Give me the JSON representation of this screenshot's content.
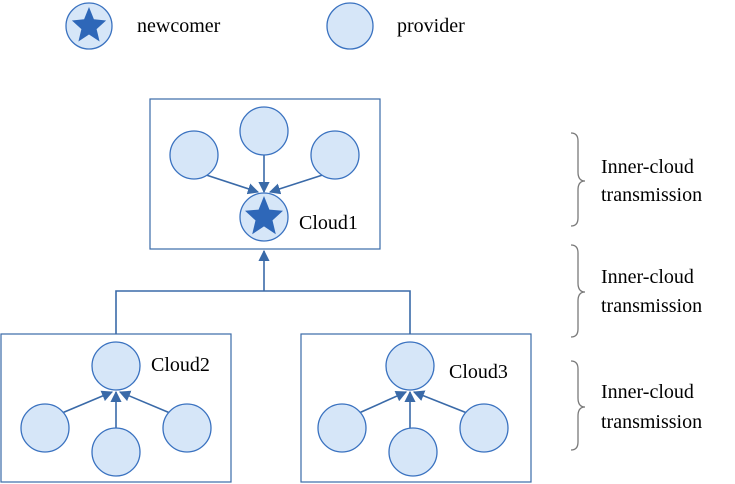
{
  "legend": {
    "newcomer_label": "newcomer",
    "provider_label": "provider"
  },
  "clouds": {
    "cloud1": "Cloud1",
    "cloud2": "Cloud2",
    "cloud3": "Cloud3"
  },
  "transmission_labels": [
    {
      "line1": "Inner-cloud",
      "line2": "transmission"
    },
    {
      "line1": "Inner-cloud",
      "line2": "transmission"
    },
    {
      "line1": "Inner-cloud",
      "line2": "transmission"
    }
  ],
  "colors": {
    "node_fill": "#d6e6f8",
    "node_stroke": "#3a72c0",
    "star": "#2e67b8",
    "edge": "#3a6aa8",
    "box_border": "#3a6aa8",
    "brace": "#7a7a7a"
  },
  "icons": {
    "newcomer": "star-node-icon",
    "provider": "circle-node-icon"
  }
}
